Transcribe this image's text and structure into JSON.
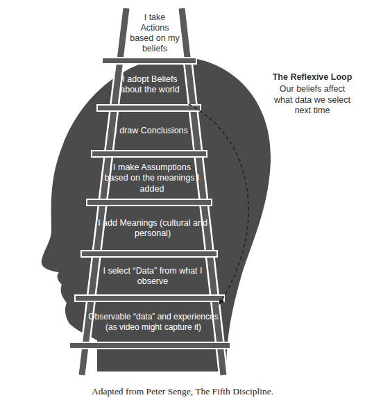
{
  "diagram": {
    "caption": "Adapted from Peter Senge, The Fifth Discipline.",
    "nodes": [
      {
        "text": [
          "I take Actions based on my beliefs"
        ]
      },
      {
        "text": [
          "I adopt Beliefs about the world"
        ]
      },
      {
        "text": [
          "I draw Conclusions"
        ]
      },
      {
        "text": [
          "I make Assumptions based on the meanings I added"
        ]
      },
      {
        "text": [
          "I add Meanings (cultural and personal)"
        ]
      },
      {
        "text": [
          "I select “Data” from what I observe"
        ]
      },
      {
        "text": [
          "Observable “data” and experiences (as video might capture it)"
        ]
      }
    ],
    "edges": [
      {
        "from": 1,
        "to": 6,
        "arrow": "to"
      }
    ],
    "labels": [
      "The Reflexive Loop",
      "Our beliefs affect what data we select next time"
    ]
  }
}
